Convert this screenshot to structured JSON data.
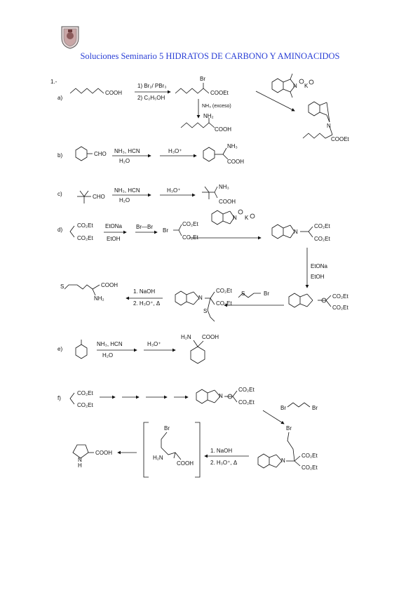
{
  "title": "Soluciones Seminario 5  HIDRATOS DE CARBONO  Y AMINOACIDOS",
  "problem_number": "1.-",
  "sections": [
    "a)",
    "b)",
    "c)",
    "d)",
    "e)",
    "f)"
  ],
  "labels": {
    "a_cooh": "COOH",
    "a_reag1": "1) Br₂/ PBr₃",
    "a_reag2": "2) C₂H₅OH",
    "a_br": "Br",
    "a_cooet": "COOEt",
    "a_nh3": "NH₃ (exceso)",
    "a_nh2": "NH₂",
    "a_cooh2": "COOH",
    "a_k": "K",
    "a_n": "N",
    "a_cooet2": "COOEt",
    "b_cho": "CHO",
    "b_reag": "NH₃, HCN",
    "b_h2o": "H₂O",
    "b_h3o": "H₃O⁺",
    "b_nh3": "NH₃",
    "b_cooh": "COOH",
    "c_cho": "CHO",
    "c_reag": "NH₃, HCN",
    "c_h2o": "H₂O",
    "c_h3o": "H₃O⁺",
    "c_nh3": "NH₃",
    "c_cooh": "COOH",
    "d_co2et1": "CO₂Et",
    "d_co2et2": "CO₂Et",
    "d_etona": "EtONa",
    "d_etoh": "EtOH",
    "d_brbr": "Br—Br",
    "d_br": "Br",
    "d_co2et3": "CO₂Et",
    "d_co2et4": "CO₂Et",
    "d_k": "K",
    "d_n": "N",
    "d_co2et5": "CO₂Et",
    "d_co2et6": "CO₂Et",
    "d_etona2": "EtONa",
    "d_etoh2": "EtOH",
    "d_co2et7": "CO₂Et",
    "d_co2et8": "CO₂Et",
    "d_s_br": "Br",
    "d_s": "S",
    "d_co2et9": "CO₂Et",
    "d_co2et10": "CO₂Et",
    "d_s2": "S",
    "d_naoh": "1. NaOH",
    "d_h3o": "2. H₃O⁺, Δ",
    "d_cooh": "COOH",
    "d_nh2": "NH₂",
    "d_s3": "S",
    "e_reag": "NH₃, HCN",
    "e_h2o": "H₂O",
    "e_h3o": "H₃O⁺",
    "e_h2n": "H₂N",
    "e_cooh": "COOH",
    "f_co2et1": "CO₂Et",
    "f_co2et2": "CO₂Et",
    "f_co2et3": "CO₂Et",
    "f_co2et4": "CO₂Et",
    "f_br1": "Br",
    "f_br2": "Br",
    "f_br3": "Br",
    "f_co2et5": "CO₂Et",
    "f_co2et6": "CO₂Et",
    "f_naoh": "1. NaOH",
    "f_h3o": "2. H₃O⁺, Δ",
    "f_br4": "Br",
    "f_h2n": "H₂N",
    "f_cooh": "COOH",
    "f_cooh2": "COOH",
    "f_nh": "N",
    "f_h": "H"
  },
  "colors": {
    "title": "#2a3fd6",
    "ink": "#111111"
  }
}
